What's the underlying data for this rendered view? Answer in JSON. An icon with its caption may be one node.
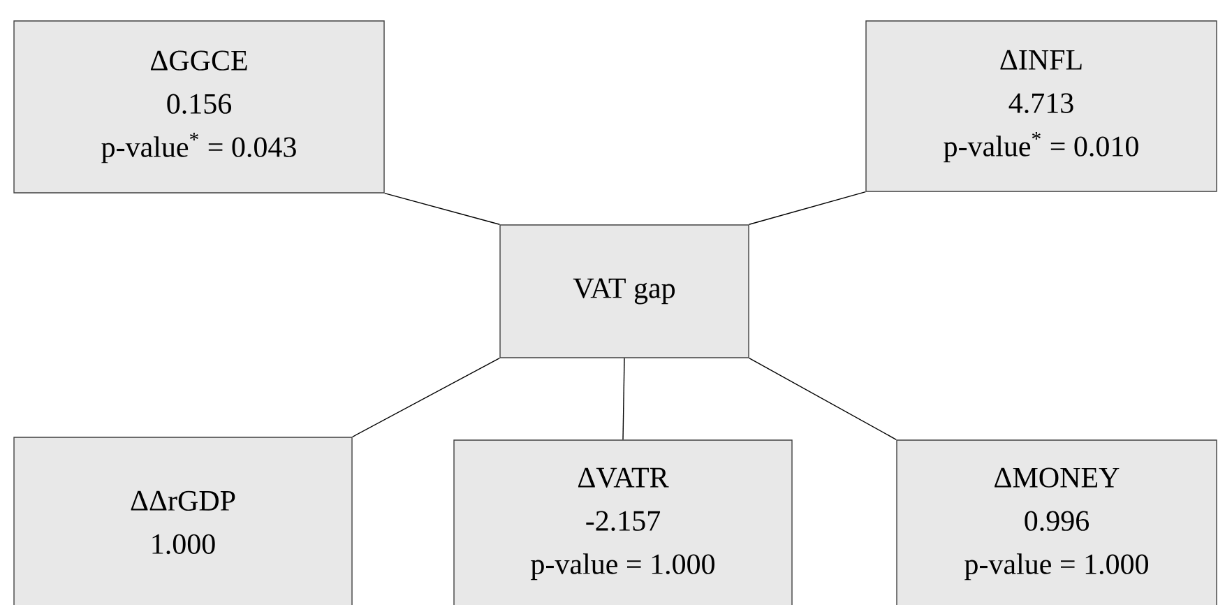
{
  "diagram": {
    "nodes": [
      {
        "text": [
          "ΔGGCE",
          "0.156",
          "p-value$^{*}$ = 0.043"
        ]
      },
      {
        "text": [
          "ΔINFL",
          "4.713",
          "p-value$^{*}$ = 0.010"
        ]
      },
      {
        "text": [
          "VAT gap"
        ]
      },
      {
        "text": [
          "ΔΔrGDP",
          "1.000"
        ]
      },
      {
        "text": [
          "ΔVATR",
          "-2.157",
          "p-value = 1.000"
        ]
      },
      {
        "text": [
          "ΔMONEY",
          "0.996",
          "p-value = 1.000"
        ]
      }
    ],
    "edges": [
      {
        "from": 0,
        "to": 2,
        "arrow": "none"
      },
      {
        "from": 1,
        "to": 2,
        "arrow": "none"
      },
      {
        "from": 2,
        "to": 3,
        "arrow": "none"
      },
      {
        "from": 2,
        "to": 4,
        "arrow": "none"
      },
      {
        "from": 2,
        "to": 5,
        "arrow": "none"
      }
    ]
  }
}
